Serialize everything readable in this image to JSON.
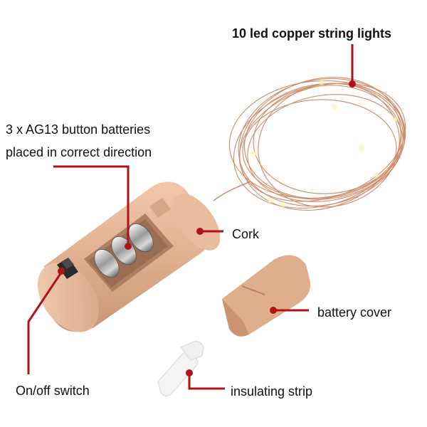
{
  "labels": {
    "string_lights": "10 led copper string lights",
    "batteries_line1": "3 x AG13 button batteries",
    "batteries_line2": "placed in correct direction",
    "cork": "Cork",
    "battery_cover": "battery cover",
    "switch": "On/off switch",
    "strip": "insulating strip"
  },
  "colors": {
    "pointer": "#b0121b",
    "cork_body": "#e3b492",
    "copper_wire": "#c9805a"
  }
}
